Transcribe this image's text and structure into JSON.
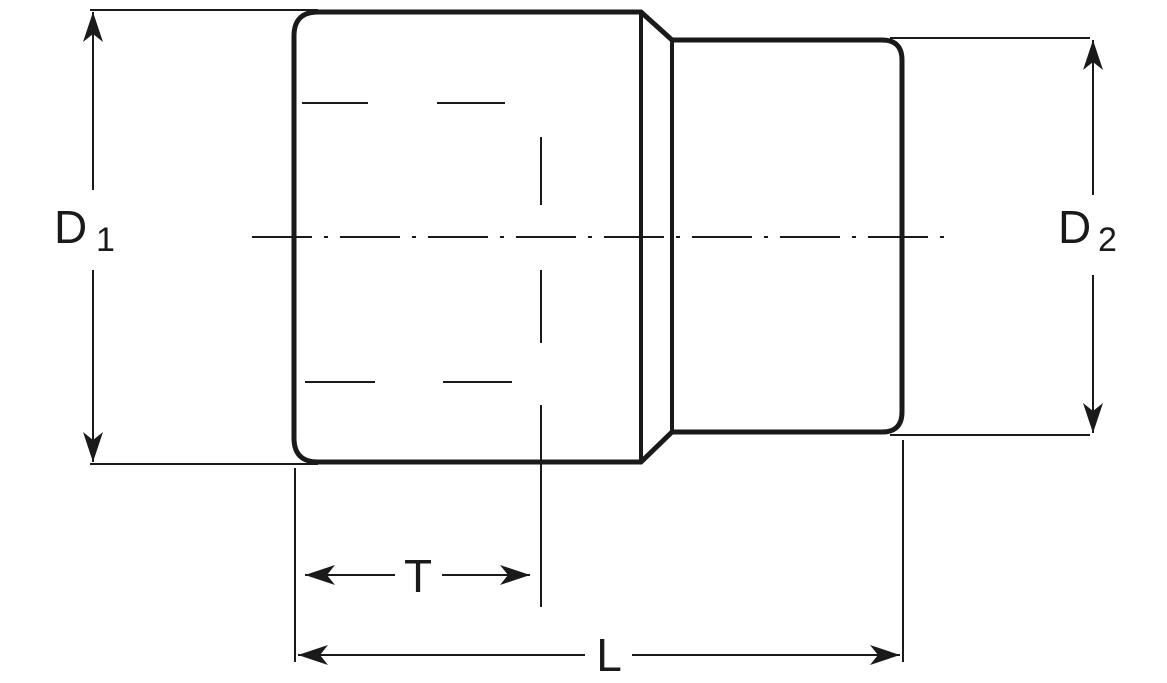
{
  "diagram": {
    "labels": {
      "d1_main": "D",
      "d1_sub": "1",
      "d2_main": "D",
      "d2_sub": "2",
      "t": "T",
      "l": "L"
    },
    "colors": {
      "stroke": "#1a1a1a",
      "background": "#ffffff"
    }
  }
}
